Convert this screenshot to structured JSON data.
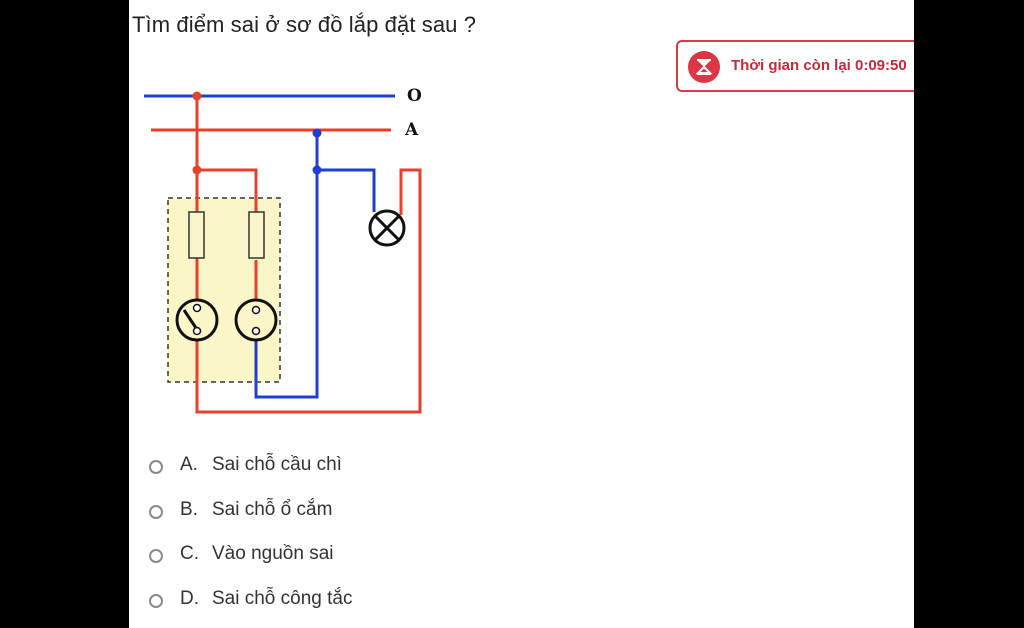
{
  "question": {
    "text": "Tìm điểm sai ở sơ đồ lắp đặt sau ?"
  },
  "timer": {
    "label": "Thời gian còn lại 0:09:50",
    "icon": "hourglass-icon",
    "accent_color": "#dc3545"
  },
  "diagram": {
    "label_o": "O",
    "label_a": "A",
    "colors": {
      "neutral_wire": "#1f3fd1",
      "phase_wire": "#e8402a",
      "board_fill": "#fbf6c8"
    }
  },
  "options": [
    {
      "letter": "A.",
      "text": "Sai chỗ cầu chì"
    },
    {
      "letter": "B.",
      "text": "Sai chỗ ổ cắm"
    },
    {
      "letter": "C.",
      "text": "Vào nguồn sai"
    },
    {
      "letter": "D.",
      "text": "Sai chỗ công tắc"
    }
  ]
}
